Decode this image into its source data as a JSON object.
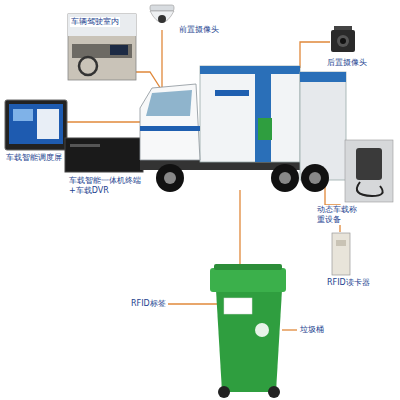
{
  "diagram": {
    "labels": [
      "车辆驾驶室内",
      "前置摄像头",
      "后置摄像头",
      "车载智能调度屏",
      "车载智能一体机终端+车载DVR",
      "动态车载称重设备",
      "RFID读卡器",
      "RFID标签",
      "垃圾桶"
    ]
  }
}
